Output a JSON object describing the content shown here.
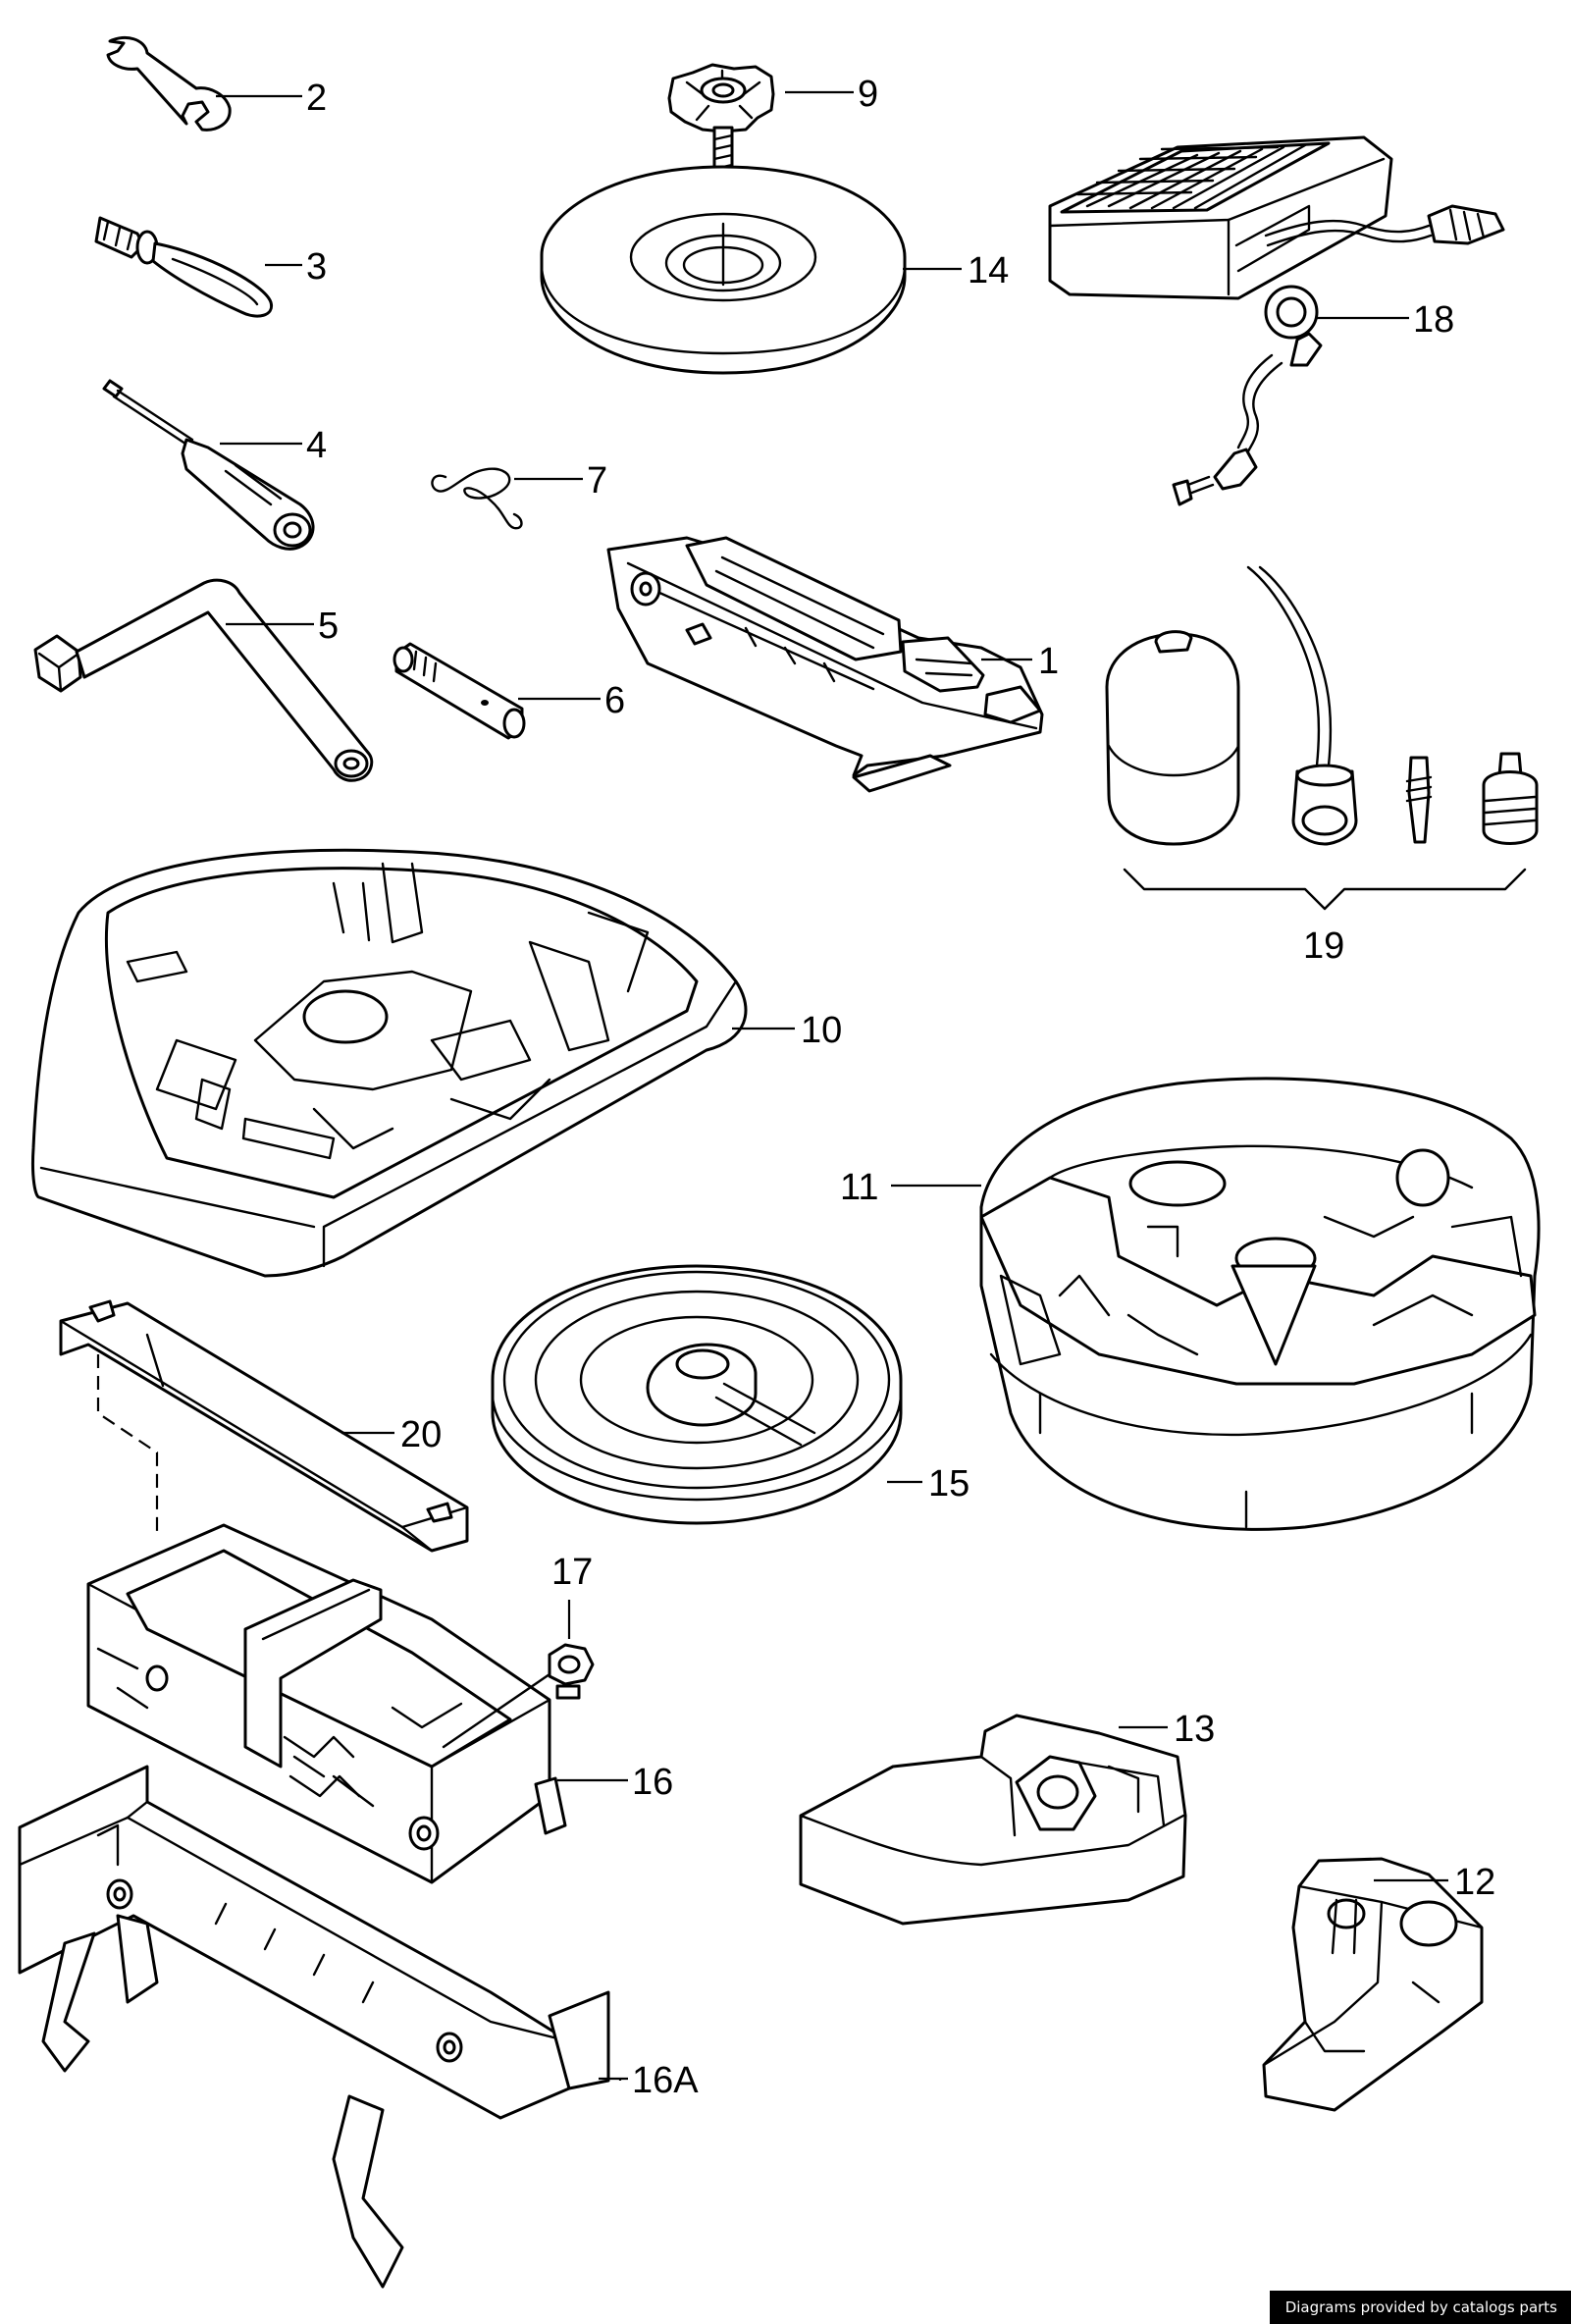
{
  "diagram": {
    "callouts": [
      "1",
      "2",
      "3",
      "4",
      "5",
      "6",
      "7",
      "9",
      "10",
      "11",
      "12",
      "13",
      "14",
      "15",
      "16",
      "16A",
      "17",
      "18",
      "19",
      "20"
    ]
  },
  "footer": {
    "credit": "Diagrams provided by catalogs parts"
  }
}
